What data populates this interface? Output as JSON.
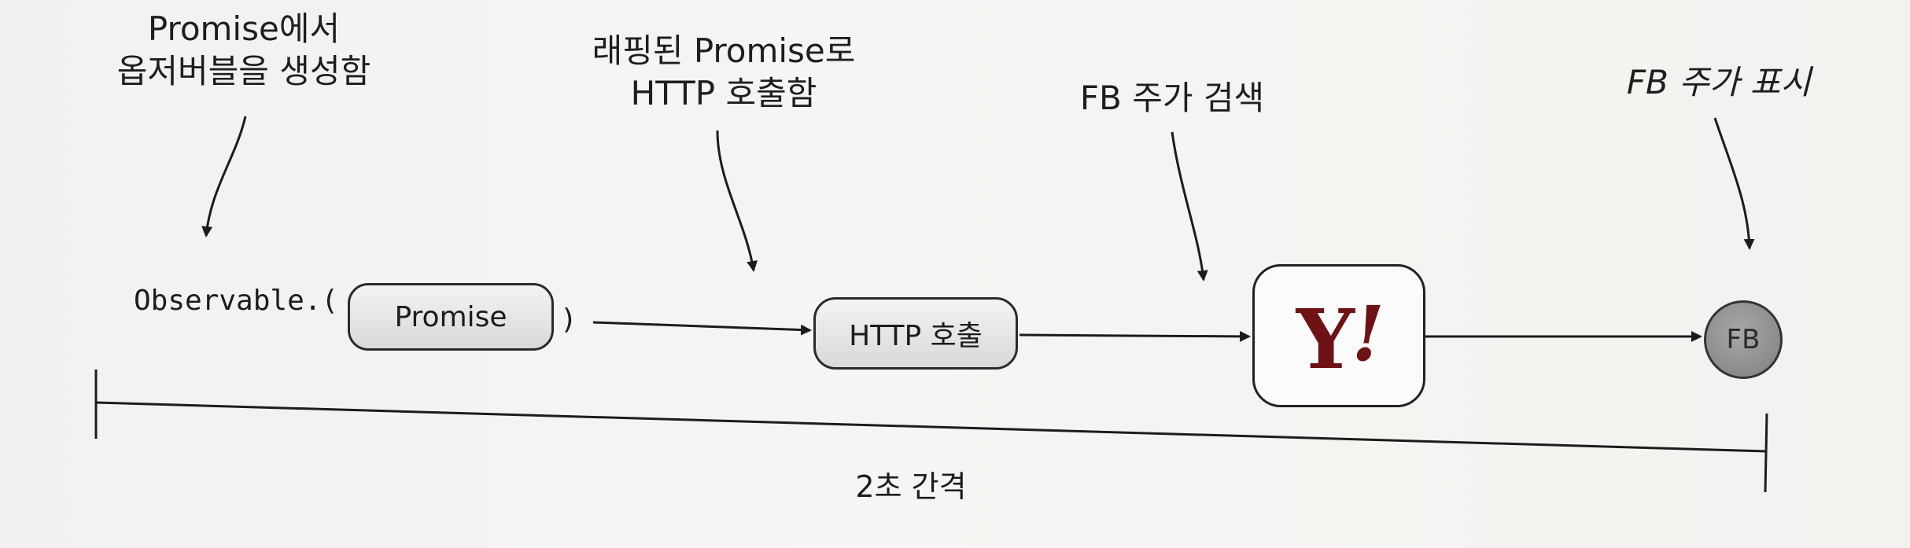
{
  "annotations": {
    "observer_creation": {
      "line1": "Promise에서",
      "line2": "옵저버블을 생성함"
    },
    "http_call": {
      "line1": "래핑된 Promise로",
      "line2": "HTTP 호출함"
    },
    "fb_fetch": {
      "line1": "FB 주가 검색"
    },
    "fb_display": {
      "line1": "FB 주가 표시"
    }
  },
  "flow": {
    "observable_prefix": "Observable.(",
    "promise_label": "Promise",
    "closing_paren": ")",
    "http_label": "HTTP 호출",
    "yahoo_logo_text": "Y",
    "yahoo_logo_bang": "!",
    "fb_label": "FB"
  },
  "timeline": {
    "interval_label": "2초 간격"
  },
  "colors": {
    "ink": "#1c1c1c",
    "pill_fill": "#dcdcdc",
    "fb_fill": "#8f8f8f",
    "yahoo_purple": "#6e1214",
    "background": "#f4f3f1"
  }
}
